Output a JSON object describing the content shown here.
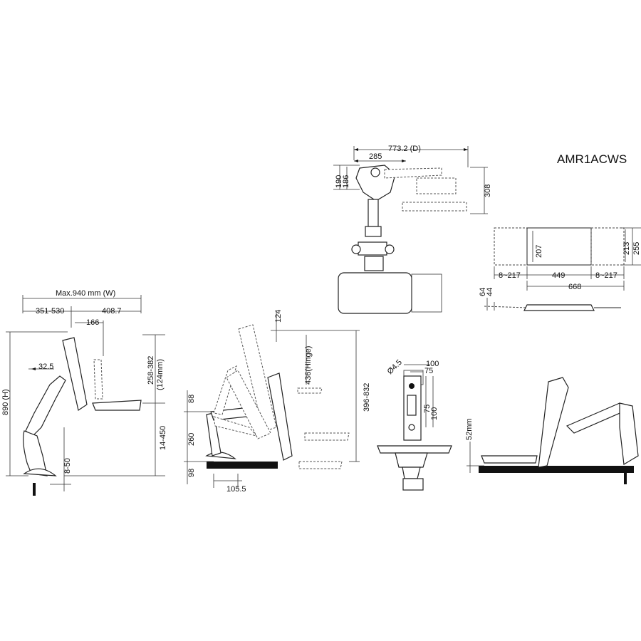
{
  "model": "AMR1ACWS",
  "top_view": {
    "depth": "773.2 (D)",
    "arm_reach": "285",
    "height_a": "190",
    "height_b": "186",
    "span_right": "308"
  },
  "keyboard_tray": {
    "depth_a": "207",
    "depth_b": "213",
    "depth_c": "255",
    "ext_left": "8~217",
    "width": "449",
    "ext_right": "8~217",
    "total": "668",
    "thick_a": "64",
    "thick_b": "44"
  },
  "side_view": {
    "max_width": "Max.940 mm (W)",
    "reach_a": "351-530",
    "reach_b": "408.7",
    "reach_c": "166",
    "offset": "32.5",
    "height": "890 (H)",
    "display_range": "258-382",
    "display_range_sub": "(124mm)",
    "keyboard_range": "14-450",
    "clamp_range": "8-50"
  },
  "tilt_view": {
    "top": "124",
    "hinge": "436(Hinge)",
    "range": "396-832",
    "h1": "88",
    "h2": "260",
    "h3": "98",
    "base": "105.5"
  },
  "vesa_view": {
    "hole": "Ø4.5",
    "w_outer": "100",
    "w_inner": "75",
    "h_inner": "75",
    "h_outer": "100"
  },
  "low_view": {
    "offset": "52mm"
  }
}
